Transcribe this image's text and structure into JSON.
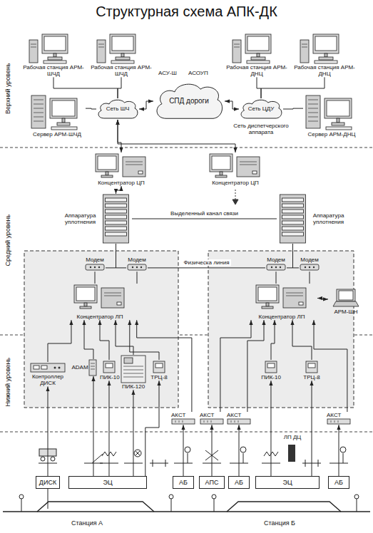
{
  "diagram": {
    "title": "Структурная схема АПК-ДК",
    "nodes": [
      {
        "text": [
          "Рабочая станция АРМ-ШЧД"
        ]
      },
      {
        "text": [
          "Рабочая станция АРМ-ШЧД"
        ]
      },
      {
        "text": [
          "Рабочая станция АРМ-ДНЦ"
        ]
      },
      {
        "text": [
          "Рабочая станция АРМ-ДНЦ"
        ]
      },
      {
        "text": [
          "Сервер АРМ-ШЧД"
        ]
      },
      {
        "text": [
          "Сеть ШЧ"
        ]
      },
      {
        "text": [
          "СПД дороги"
        ]
      },
      {
        "text": [
          "Сеть ЦДУ"
        ]
      },
      {
        "text": [
          "Сервер АРМ-ДНЦ"
        ]
      },
      {
        "text": [
          "Концентратор ЦП"
        ]
      },
      {
        "text": [
          "Концентратор ЦП"
        ]
      },
      {
        "text": [
          "Аппаратура уплотнения"
        ]
      },
      {
        "text": [
          "Аппаратура уплотнения"
        ]
      },
      {
        "text": [
          "Модем"
        ]
      },
      {
        "text": [
          "Модем"
        ]
      },
      {
        "text": [
          "Модем"
        ]
      },
      {
        "text": [
          "Модем"
        ]
      },
      {
        "text": [
          "Концентратор ЛП"
        ]
      },
      {
        "text": [
          "Концентратор ЛП"
        ]
      },
      {
        "text": [
          "АРМ-ШН"
        ]
      },
      {
        "text": [
          "Контроллер ДИСК"
        ]
      },
      {
        "text": [
          "ADAM"
        ]
      },
      {
        "text": [
          "ПИК-10"
        ]
      },
      {
        "text": [
          "ПИК-120"
        ]
      },
      {
        "text": [
          "ТРЦ-8"
        ]
      },
      {
        "text": [
          "ПИК-10"
        ]
      },
      {
        "text": [
          "ТРЦ-8"
        ]
      },
      {
        "text": [
          "АКСТ"
        ]
      },
      {
        "text": [
          "АКСТ"
        ]
      },
      {
        "text": [
          "АКСТ"
        ]
      },
      {
        "text": [
          "АКСТ"
        ]
      },
      {
        "text": [
          "ДИСК"
        ]
      },
      {
        "text": [
          "ЭЦ"
        ]
      },
      {
        "text": [
          "АБ"
        ]
      },
      {
        "text": [
          "АПС"
        ]
      },
      {
        "text": [
          "АБ"
        ]
      },
      {
        "text": [
          "ЭЦ"
        ]
      },
      {
        "text": [
          "АБ"
        ]
      }
    ],
    "edges": [
      {
        "from": 0,
        "to": 5,
        "arrow": "none"
      },
      {
        "from": 1,
        "to": 5,
        "arrow": "none"
      },
      {
        "from": 4,
        "to": 5,
        "arrow": "none"
      },
      {
        "from": 5,
        "to": 6,
        "arrow": "both"
      },
      {
        "from": 6,
        "to": 7,
        "arrow": "both"
      },
      {
        "from": 2,
        "to": 7,
        "arrow": "none"
      },
      {
        "from": 3,
        "to": 7,
        "arrow": "none"
      },
      {
        "from": 8,
        "to": 7,
        "arrow": "none"
      },
      {
        "from": 5,
        "to": 9,
        "arrow": "both"
      },
      {
        "from": 5,
        "to": 10,
        "arrow": "both"
      },
      {
        "from": 9,
        "to": 11,
        "arrow": "both"
      },
      {
        "from": 11,
        "to": 12,
        "label": "Выделенный канал связи",
        "arrow": "none"
      },
      {
        "from": 11,
        "to": 13,
        "arrow": "none"
      },
      {
        "from": 11,
        "to": 14,
        "arrow": "none"
      },
      {
        "from": 12,
        "to": 15,
        "arrow": "none"
      },
      {
        "from": 12,
        "to": 16,
        "arrow": "none"
      },
      {
        "from": 14,
        "to": 15,
        "label": "Физическа линия",
        "arrow": "none"
      },
      {
        "from": 13,
        "to": 17,
        "arrow": "none"
      },
      {
        "from": 14,
        "to": 17,
        "arrow": "none"
      },
      {
        "from": 15,
        "to": 18,
        "arrow": "none"
      },
      {
        "from": 16,
        "to": 18,
        "arrow": "none"
      },
      {
        "from": 18,
        "to": 19,
        "arrow": "both"
      },
      {
        "from": 20,
        "to": 17,
        "arrow": "to"
      },
      {
        "from": 21,
        "to": 17,
        "arrow": "to"
      },
      {
        "from": 22,
        "to": 17,
        "arrow": "to"
      },
      {
        "from": 23,
        "to": 17,
        "arrow": "to"
      },
      {
        "from": 24,
        "to": 17,
        "arrow": "to"
      },
      {
        "from": 27,
        "to": 17,
        "arrow": "to"
      },
      {
        "from": 28,
        "to": 18,
        "arrow": "to"
      },
      {
        "from": 29,
        "to": 18,
        "arrow": "to"
      },
      {
        "from": 25,
        "to": 18,
        "arrow": "to"
      },
      {
        "from": 26,
        "to": 18,
        "arrow": "to"
      },
      {
        "from": 30,
        "to": 18,
        "arrow": "to"
      },
      {
        "from": 31,
        "to": 20,
        "arrow": "to"
      },
      {
        "from": 32,
        "to": 21,
        "arrow": "to"
      },
      {
        "from": 32,
        "to": 22,
        "arrow": "to"
      },
      {
        "from": 32,
        "to": 23,
        "arrow": "to"
      },
      {
        "from": 32,
        "to": 24,
        "arrow": "to"
      },
      {
        "from": 33,
        "to": 27,
        "arrow": "to"
      },
      {
        "from": 34,
        "to": 28,
        "arrow": "to"
      },
      {
        "from": 35,
        "to": 29,
        "arrow": "to"
      },
      {
        "from": 36,
        "to": 25,
        "arrow": "to"
      },
      {
        "from": 36,
        "to": 26,
        "arrow": "to"
      },
      {
        "from": 37,
        "to": 30,
        "arrow": "to"
      }
    ],
    "labels": [
      "Верхний уровень",
      "Средний уровень",
      "Нижний уровень",
      "АСУ-Ш",
      "АСОУП",
      "Сеть диспетчерского аппарата",
      "ЛП ДЦ",
      "Станция А",
      "Станция Б"
    ]
  }
}
